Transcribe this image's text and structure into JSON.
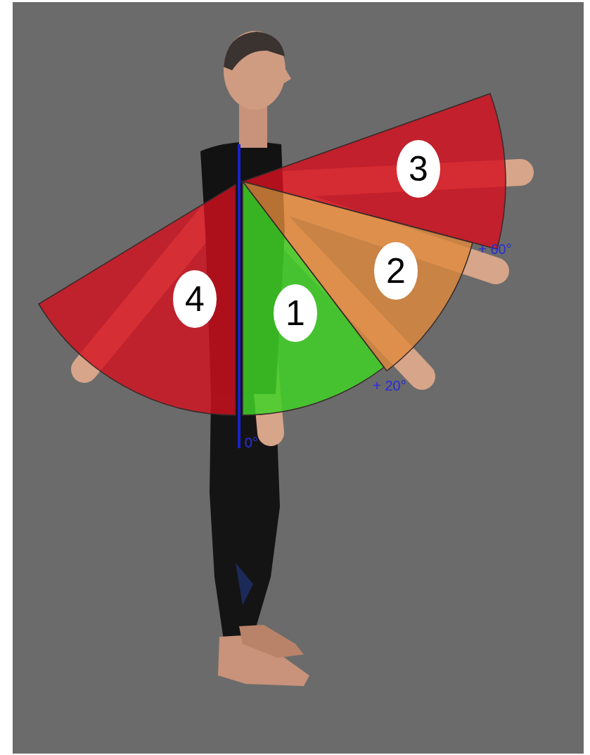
{
  "diagram": {
    "nodes": [
      {
        "text": [
          "3"
        ]
      },
      {
        "text": [
          "2"
        ]
      },
      {
        "text": [
          "4"
        ]
      },
      {
        "text": [
          "1"
        ]
      }
    ],
    "labels": [
      "+ 60°",
      "+ 20°",
      "0°"
    ]
  }
}
